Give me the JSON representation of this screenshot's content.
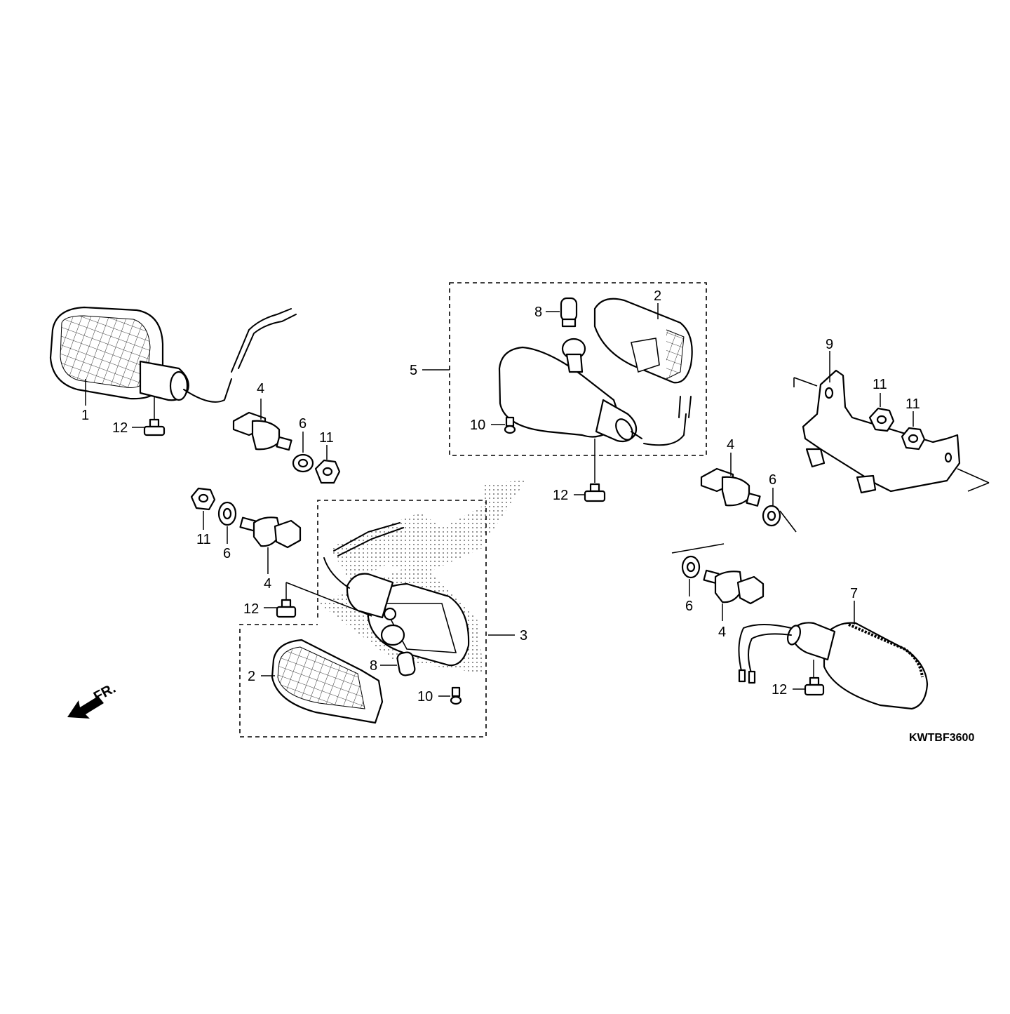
{
  "callouts": {
    "c1": "1",
    "c2a": "2",
    "c2b": "2",
    "c3": "3",
    "c4a": "4",
    "c4b": "4",
    "c4c": "4",
    "c4d": "4",
    "c5": "5",
    "c6a": "6",
    "c6b": "6",
    "c6c": "6",
    "c6d": "6",
    "c7": "7",
    "c8a": "8",
    "c8b": "8",
    "c9": "9",
    "c10a": "10",
    "c10b": "10",
    "c11a": "11",
    "c11b": "11",
    "c11c": "11",
    "c11d": "11",
    "c12a": "12",
    "c12b": "12",
    "c12c": "12",
    "c12d": "12"
  },
  "direction_label": "FR.",
  "diagram_code": "KWTBF3600",
  "icons": {
    "front_arrow": "arrow-front-icon"
  }
}
